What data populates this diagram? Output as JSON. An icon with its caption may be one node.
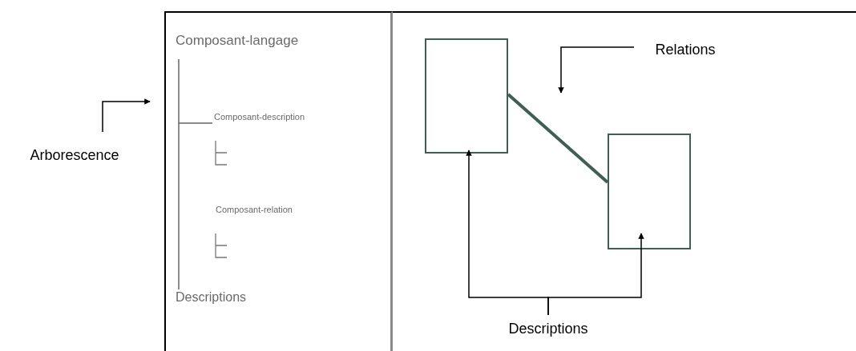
{
  "diagram": {
    "nodes": [
      {
        "text": [
          "Composant-langage",
          "Composant-description",
          "Composant-relation",
          "Descriptions"
        ]
      },
      {
        "text": [],
        "shape": "box"
      },
      {
        "text": [],
        "shape": "box",
        "in": 1
      },
      {
        "text": [],
        "shape": "box",
        "in": 1
      },
      {
        "text": [
          "Arborescence"
        ]
      },
      {
        "text": [
          "Relations"
        ],
        "in": 1
      },
      {
        "text": [
          "Descriptions"
        ],
        "in": 1
      }
    ],
    "edges": [
      {
        "from": 2,
        "to": 3,
        "arrow": "none",
        "style": "thick",
        "color": "#3f5e56"
      },
      {
        "from": 4,
        "to": 0,
        "arrow": "to"
      },
      {
        "from": 5,
        "to": null,
        "arrow": "to"
      },
      {
        "from": 6,
        "to": 2,
        "arrow": "to"
      },
      {
        "from": 6,
        "to": 3,
        "arrow": "to"
      }
    ]
  }
}
